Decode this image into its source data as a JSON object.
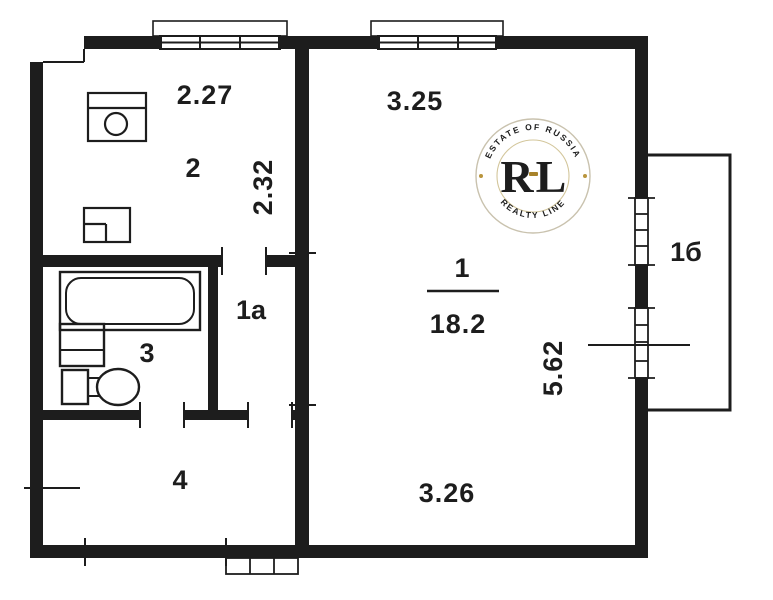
{
  "plan": {
    "rooms": {
      "living": {
        "number": "1",
        "area": "18.2"
      },
      "kitchen": {
        "number": "2"
      },
      "bath": {
        "number": "3"
      },
      "hall": {
        "number": "4"
      },
      "lobby": {
        "number": "1а"
      },
      "balcony": {
        "number": "1б"
      }
    },
    "dims": {
      "room1_top": "3.25",
      "room1_bottom": "3.26",
      "room1_right": "5.62",
      "kitchen_width": "2.27",
      "kitchen_depth": "2.32"
    }
  },
  "watermark": {
    "letter_r": "R",
    "letter_l": "L",
    "arc_top": "ESTATE OF RUSSIA",
    "arc_bottom": "REALTY LINE",
    "gold": "#c0952b"
  },
  "colors": {
    "ink": "#1d1d1d",
    "paper": "#ffffff",
    "wm_ring": "#c9c2ae"
  }
}
